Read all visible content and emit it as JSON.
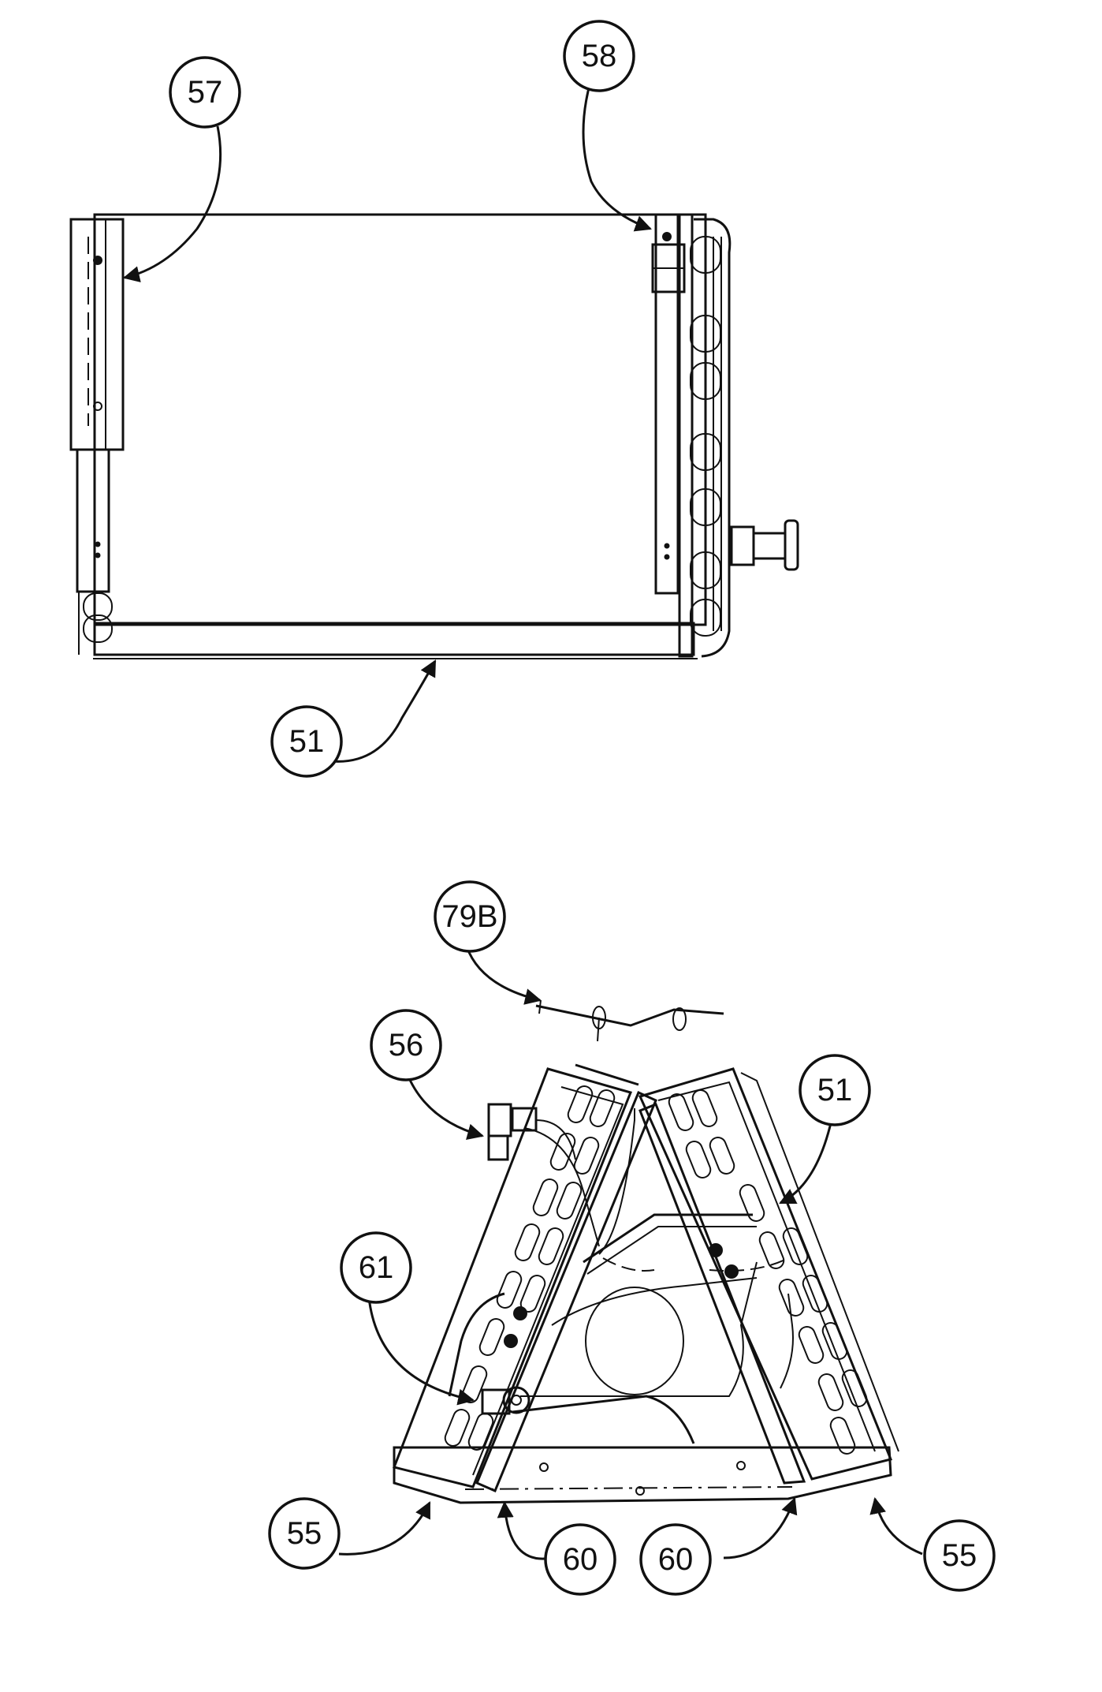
{
  "callouts": [
    {
      "id": "57",
      "label": "57"
    },
    {
      "id": "58",
      "label": "58"
    },
    {
      "id": "51a",
      "label": "51"
    },
    {
      "id": "79B",
      "label": "79B"
    },
    {
      "id": "56",
      "label": "56"
    },
    {
      "id": "51b",
      "label": "51"
    },
    {
      "id": "61",
      "label": "61"
    },
    {
      "id": "55a",
      "label": "55"
    },
    {
      "id": "60a",
      "label": "60"
    },
    {
      "id": "60b",
      "label": "60"
    },
    {
      "id": "55b",
      "label": "55"
    }
  ]
}
